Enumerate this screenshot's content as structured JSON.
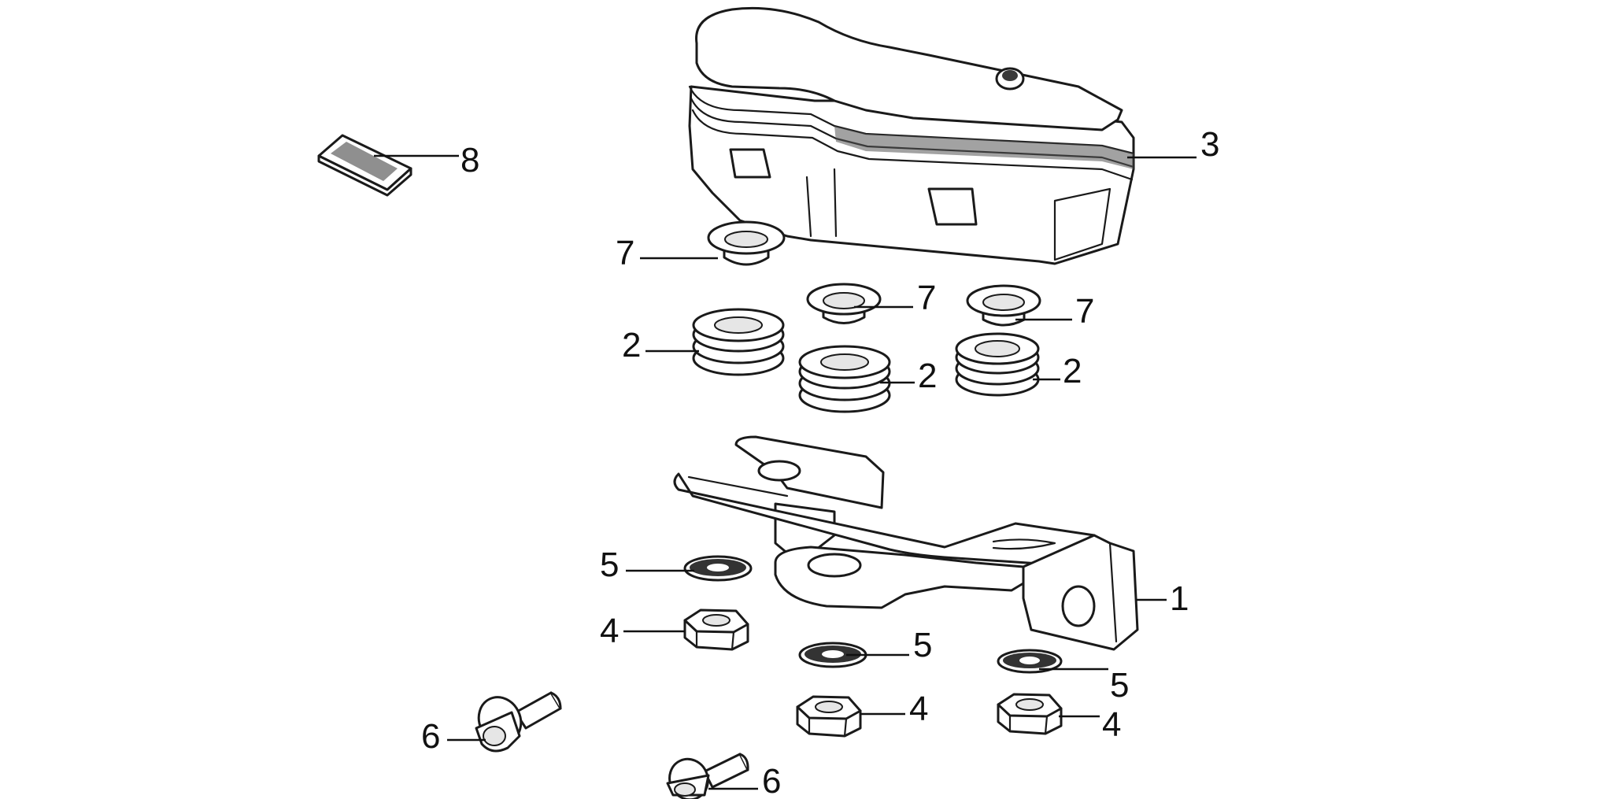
{
  "diagram": {
    "parts": [
      {
        "id": "bracket",
        "label": "1"
      },
      {
        "id": "rubber-grommet",
        "label": "2"
      },
      {
        "id": "meter-assembly",
        "label": "3"
      },
      {
        "id": "nut",
        "label": "4"
      },
      {
        "id": "washer",
        "label": "5"
      },
      {
        "id": "bolt",
        "label": "6"
      },
      {
        "id": "collar",
        "label": "7"
      },
      {
        "id": "label-plate",
        "label": "8"
      }
    ]
  }
}
